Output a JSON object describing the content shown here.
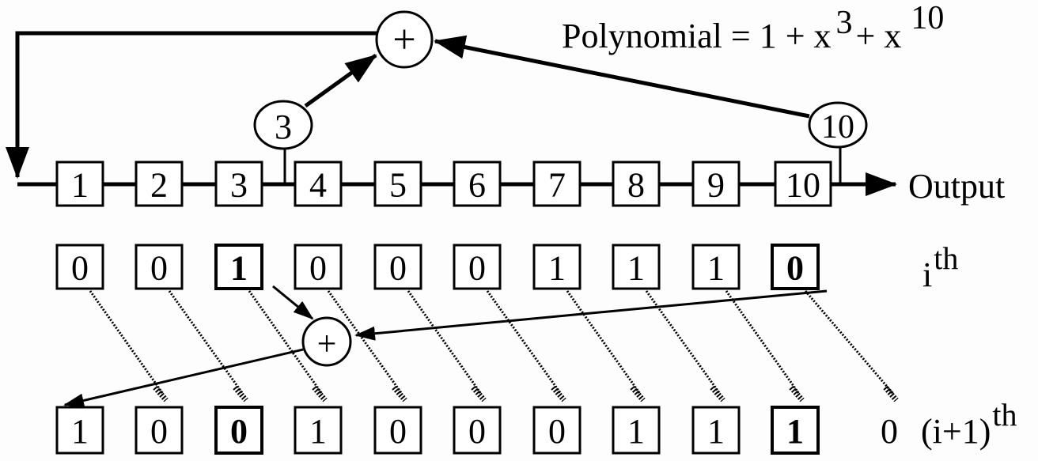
{
  "polynomial": {
    "label": "Polynomial = 1 + x",
    "exp3": "3",
    "plus": "+ x",
    "exp10": "10"
  },
  "taps": [
    "3",
    "10"
  ],
  "xor_symbol": "+",
  "output_label": "Output",
  "register_cells": [
    "1",
    "2",
    "3",
    "4",
    "5",
    "6",
    "7",
    "8",
    "9",
    "10"
  ],
  "state_i": {
    "bits": [
      "0",
      "0",
      "1",
      "0",
      "0",
      "0",
      "1",
      "1",
      "1",
      "0"
    ],
    "bold_indices": [
      2,
      9
    ],
    "label_base": "i",
    "label_sup": "th"
  },
  "state_i1": {
    "bits": [
      "1",
      "0",
      "0",
      "1",
      "0",
      "0",
      "0",
      "1",
      "1",
      "1"
    ],
    "bold_indices": [
      2,
      9
    ],
    "shifted_out": "0",
    "label_base": "(i+1)",
    "label_sup": "th"
  }
}
